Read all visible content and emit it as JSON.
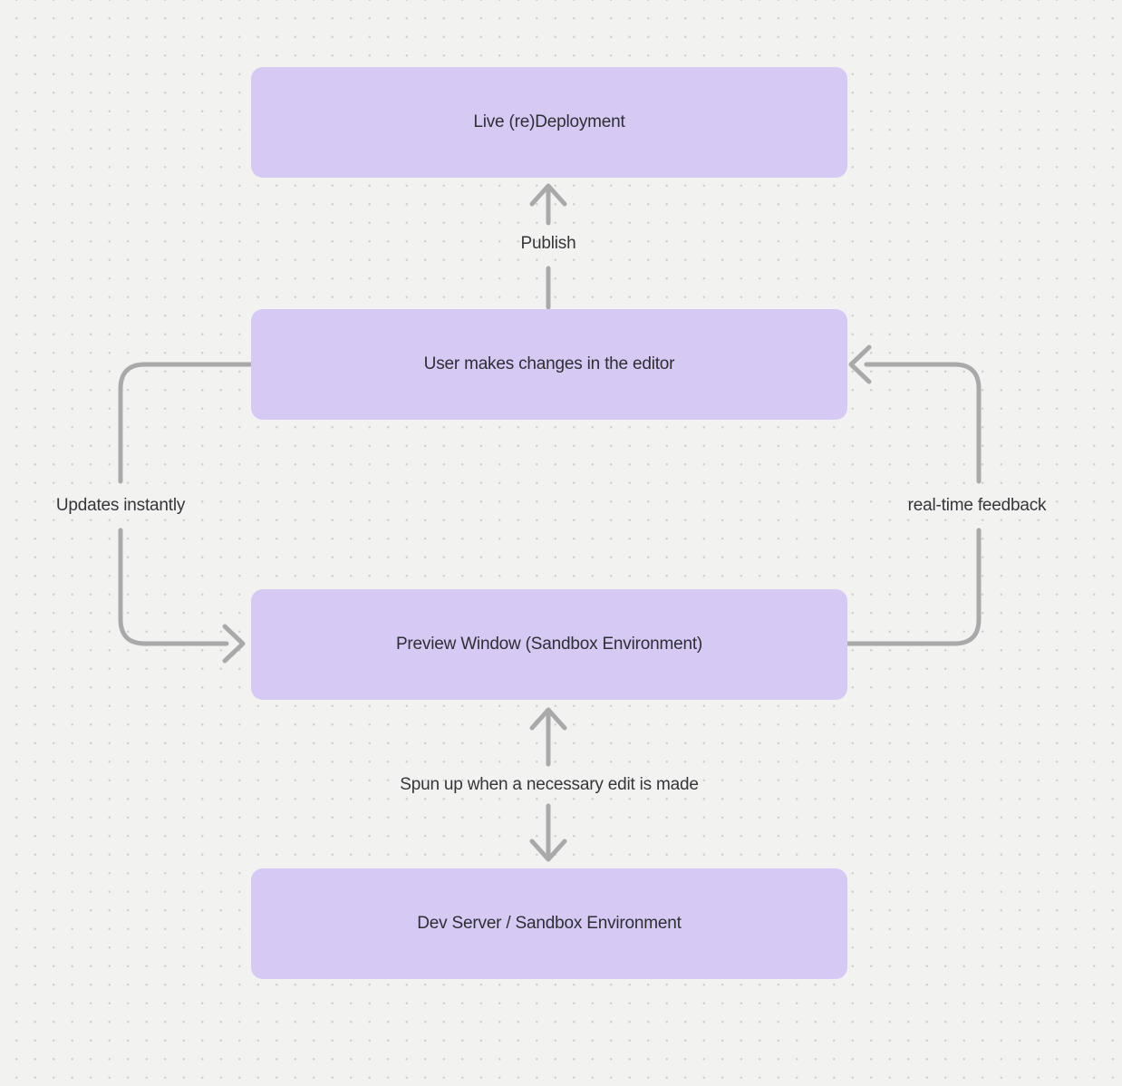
{
  "diagram": {
    "nodes": [
      {
        "id": "live-redeployment",
        "label": "Live (re)Deployment"
      },
      {
        "id": "user-editor",
        "label": "User makes changes in the editor"
      },
      {
        "id": "preview-window",
        "label": "Preview Window (Sandbox Environment)"
      },
      {
        "id": "dev-server",
        "label": "Dev Server / Sandbox Environment"
      }
    ],
    "edge_labels": {
      "publish": "Publish",
      "updates_instantly": "Updates instantly",
      "realtime_feedback": "real-time feedback",
      "spun_up": "Spun up when a necessary edit is made"
    },
    "edges": [
      {
        "from": "user-editor",
        "to": "live-redeployment",
        "label": "Publish",
        "direction": "up"
      },
      {
        "from": "user-editor",
        "to": "preview-window",
        "label": "Updates instantly",
        "direction": "left-loop-down"
      },
      {
        "from": "preview-window",
        "to": "user-editor",
        "label": "real-time feedback",
        "direction": "right-loop-up"
      },
      {
        "from": "dev-server",
        "to": "preview-window",
        "label": "Spun up when a necessary edit is made",
        "direction": "bidirectional"
      }
    ],
    "colors": {
      "background": "#f2f2f1",
      "grid_dot": "#d1d1d1",
      "node_fill": "#d6c9f4",
      "node_text": "#2e2e33",
      "arrow": "#a9a9a9",
      "label_text": "#36363a"
    }
  }
}
